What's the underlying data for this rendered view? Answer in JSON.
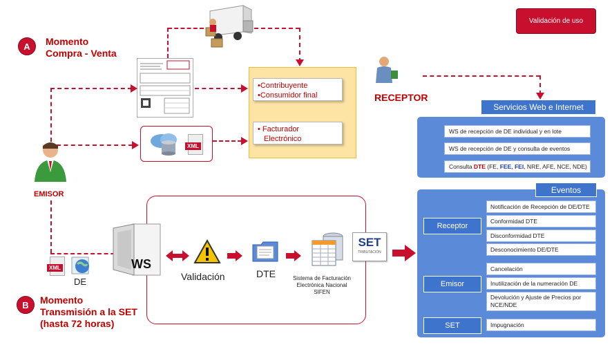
{
  "top_button": "Validación de uso",
  "section_a": {
    "badge": "A",
    "line1": "Momento",
    "line2": "Compra - Venta"
  },
  "section_b": {
    "badge": "B",
    "line1": "Momento",
    "line2": "Transmisión a la SET",
    "line3": "(hasta 72 horas)"
  },
  "emisor_label": "EMISOR",
  "receptor_label": "RECEPTOR",
  "orange_box": {
    "item1": "•Contribuyente",
    "item2": "•Consumidor final",
    "item3_line1": "• Facturador",
    "item3_line2": "Electrónico"
  },
  "xml_text": "XML",
  "flow": {
    "de_label": "DE",
    "ws_label": "WS",
    "validacion_label": "Validación",
    "dte_label": "DTE",
    "sifen_line1": "Sistema de Facturación",
    "sifen_line2": "Electrónica Nacional",
    "sifen_line3": "SIFEN",
    "set_logo": "SET",
    "set_sub": "TRIBUTACIÓN"
  },
  "ws_panel": {
    "title": "Servicios Web e Internet",
    "items": [
      "WS de recepción de DE individual y en lote",
      "WS de recepción de DE y consulta de eventos"
    ],
    "consulta_prefix": "Consulta ",
    "consulta_dte": "DTE",
    "consulta_open": " (FE, ",
    "consulta_fee": "FEE",
    "consulta_comma": ", ",
    "consulta_fei": "FEI",
    "consulta_rest": ", NRE, AFE, NCE, NDE)"
  },
  "events_panel": {
    "title": "Eventos",
    "receptor": {
      "label": "Receptor",
      "items": [
        "Notificación de Recepción de DE/DTE",
        "Conformidad DTE",
        "Disconformidad DTE",
        "Desconocimiento DE/DTE"
      ]
    },
    "emisor": {
      "label": "Emisor",
      "items": [
        "Cancelación",
        "Inutilización de la numeración DE",
        "Devolución y Ajuste de Precios por NCE/NDE"
      ]
    },
    "set": {
      "label": "SET",
      "items": [
        "Impugnación"
      ]
    }
  },
  "colors": {
    "accent_red": "#c8102e",
    "panel_blue": "#5b8bd8",
    "orange_fill": "#fde3a4"
  }
}
